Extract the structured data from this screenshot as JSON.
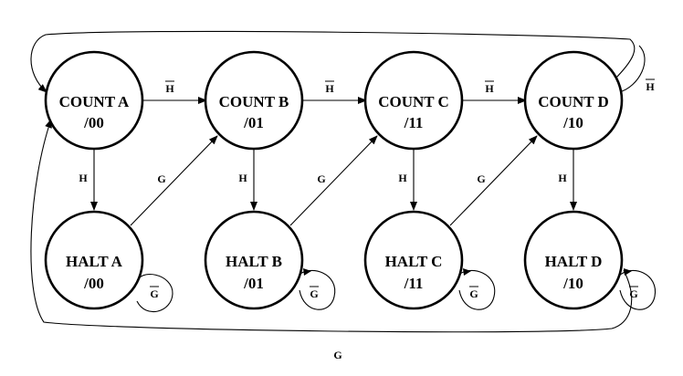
{
  "states": {
    "count_a": {
      "name": "COUNT A",
      "output": "/00"
    },
    "count_b": {
      "name": "COUNT B",
      "output": "/01"
    },
    "count_c": {
      "name": "COUNT C",
      "output": "/11"
    },
    "count_d": {
      "name": "COUNT D",
      "output": "/10"
    },
    "halt_a": {
      "name": "HALT A",
      "output": "/00"
    },
    "halt_b": {
      "name": "HALT B",
      "output": "/01"
    },
    "halt_c": {
      "name": "HALT C",
      "output": "/11"
    },
    "halt_d": {
      "name": "HALT D",
      "output": "/10"
    }
  },
  "labels": {
    "h": "H",
    "g": "G",
    "h_bar": "H",
    "g_bar": "G"
  }
}
